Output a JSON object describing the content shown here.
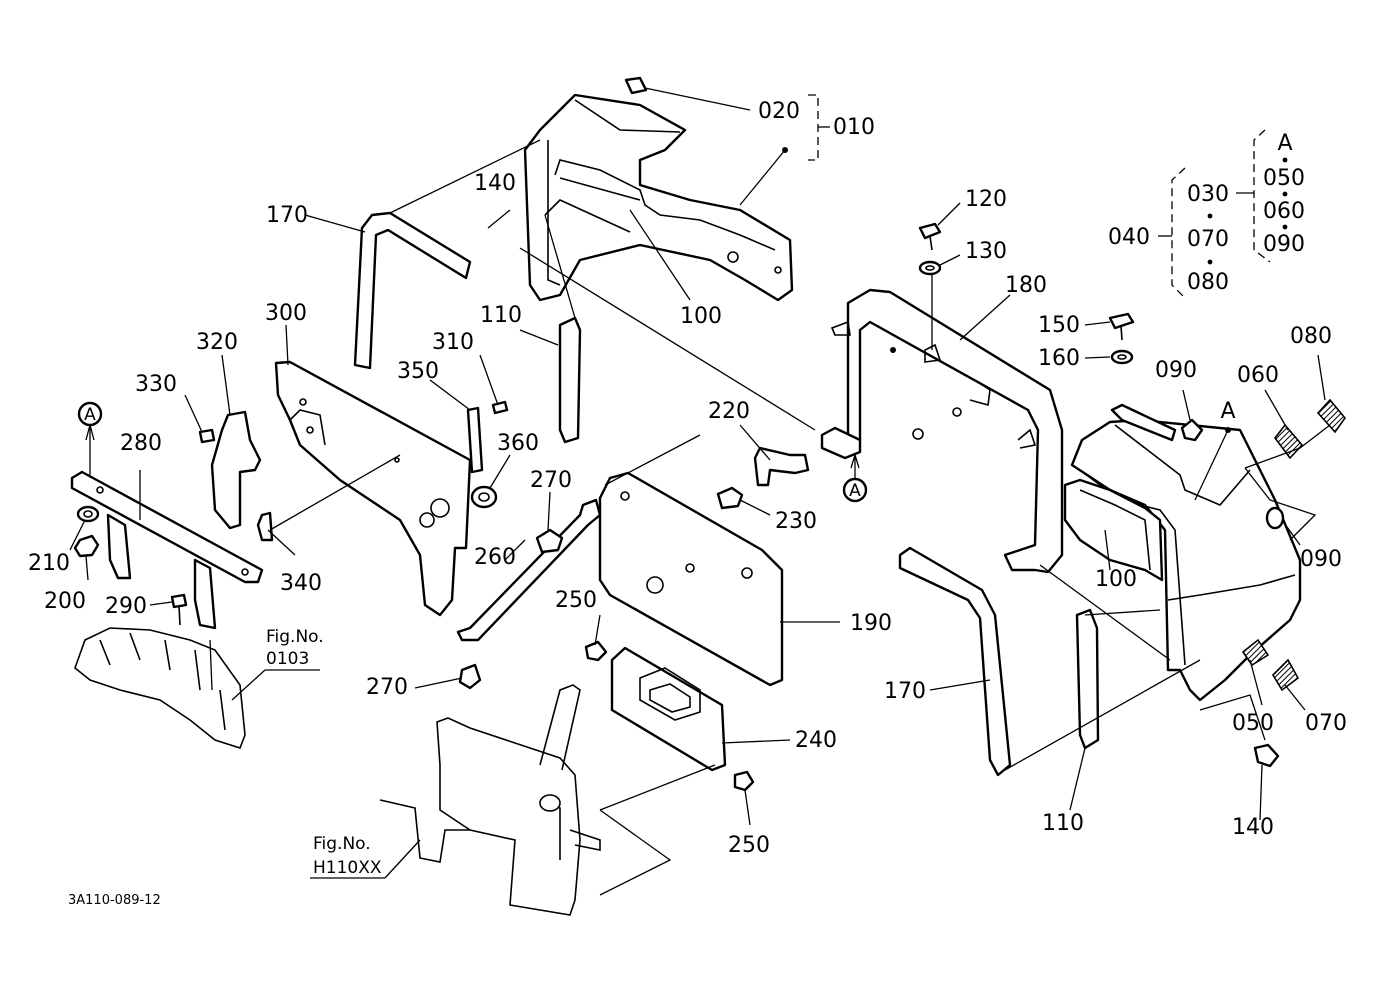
{
  "diagram_code": "3A110-089-12",
  "section_marker": "A",
  "callouts": {
    "c010": "010",
    "c020": "020",
    "c030": "030",
    "c040": "040",
    "c050": "050",
    "c060": "060",
    "c070": "070",
    "c080": "080",
    "c090": "090",
    "c100": "100",
    "c110": "110",
    "c120": "120",
    "c130": "130",
    "c140": "140",
    "c150": "150",
    "c160": "160",
    "c170": "170",
    "c180": "180",
    "c190": "190",
    "c200": "200",
    "c210": "210",
    "c220": "220",
    "c230": "230",
    "c240": "240",
    "c250": "250",
    "c260": "260",
    "c270": "270",
    "c280": "280",
    "c290": "290",
    "c300": "300",
    "c310": "310",
    "c320": "320",
    "c330": "330",
    "c340": "340",
    "c350": "350",
    "c360": "360"
  },
  "figure_refs": {
    "label": "Fig.No.",
    "ref1": "0103",
    "ref2": "H110XX"
  }
}
